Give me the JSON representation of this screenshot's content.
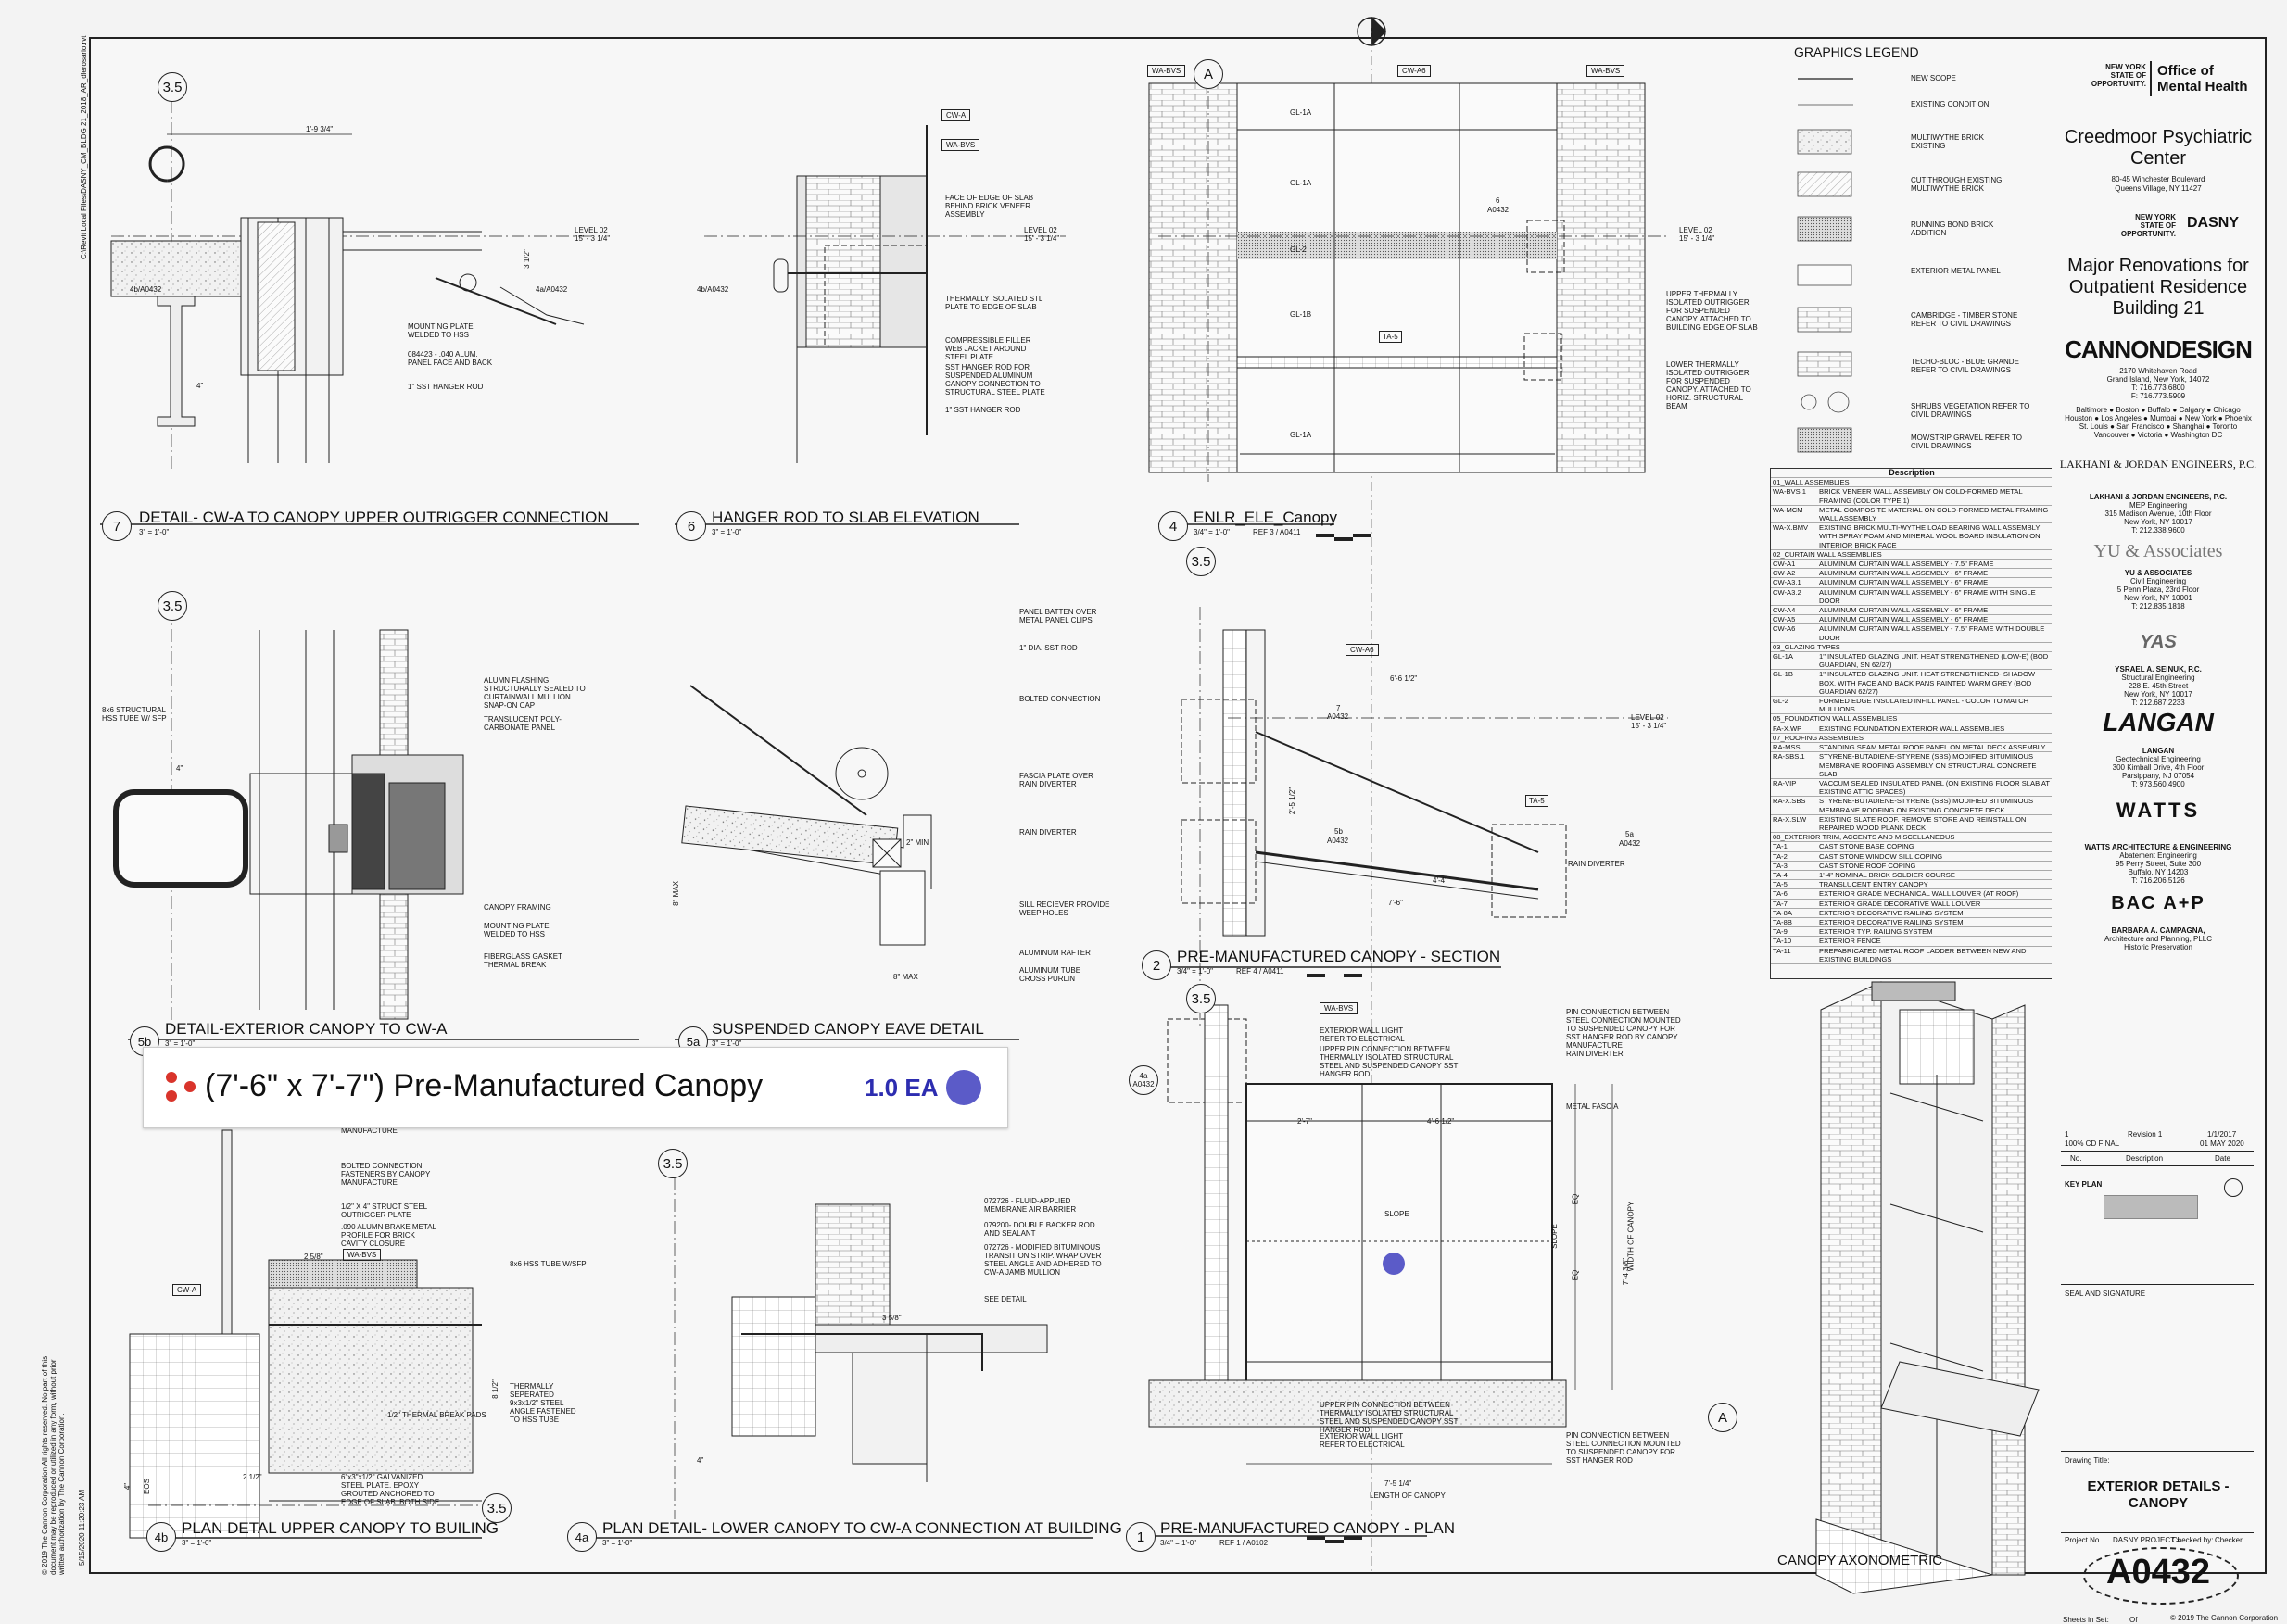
{
  "sheet": {
    "sheet_number": "A0432",
    "drawing_title": "EXTERIOR DETAILS - CANOPY",
    "sheets_in_set": "Sheets in Set:",
    "of": "Of"
  },
  "side_notes": {
    "file_path": "C:\\Revit Local Files\\DASNY_CM_BLDG 21_2018_AR_dlerosario.rvt",
    "copyright": "© 2019 The Cannon Corporation\nAll rights reserved. No part of this document may be reproduced or utilized in any form, without prior written authorization by The Cannon Corporation.",
    "timestamp": "5/15/2020 11:20:23 AM"
  },
  "details": [
    {
      "num": "7",
      "title": "DETAIL- CW-A TO CANOPY UPPER OUTRIGGER CONNECTION",
      "scale": "3\" = 1'-0\""
    },
    {
      "num": "6",
      "title": "HANGER ROD TO SLAB ELEVATION",
      "scale": "3\" = 1'-0\""
    },
    {
      "num": "4",
      "title": "ENLR_ELE_Canopy",
      "scale": "3/4\" = 1'-0\"",
      "ref": "REF 3 / A0411"
    },
    {
      "num": "5b",
      "title": "DETAIL-EXTERIOR CANOPY TO CW-A",
      "scale": "3\" = 1'-0\""
    },
    {
      "num": "5a",
      "title": "SUSPENDED CANOPY EAVE DETAIL",
      "scale": "3\" = 1'-0\""
    },
    {
      "num": "2",
      "title": "PRE-MANUFACTURED CANOPY - SECTION",
      "scale": "3/4\" = 1'-0\"",
      "ref": "REF 4 / A0411"
    },
    {
      "num": "4b",
      "title": "PLAN DETAL UPPER CANOPY TO BUILING",
      "scale": "3\" = 1'-0\""
    },
    {
      "num": "4a",
      "title": "PLAN DETAIL- LOWER CANOPY TO CW-A CONNECTION AT BUILDING",
      "scale": "3\" = 1'-0\""
    },
    {
      "num": "1",
      "title": "PRE-MANUFACTURED CANOPY - PLAN",
      "scale": "3/4\" = 1'-0\"",
      "ref": "REF 1 / A0102"
    }
  ],
  "axonometric_title": "CANOPY AXONOMETRIC",
  "banner": {
    "text": "(7'-6\" x 7'-7\") Pre-Manufactured Canopy",
    "qty": "1.0 EA",
    "dot_color": "#5b5bc8",
    "marker_color": "#d9342b"
  },
  "annotations": {
    "d7": [
      "MOUNTING PLATE WELDED TO HSS",
      "084423 - .040 ALUM. PANEL FACE AND BACK",
      "1\" SST HANGER ROD",
      "1'-9 3/4\"",
      "LEVEL 02",
      "15' - 3 1/4\"",
      "3 1/2\"",
      "4\"",
      "4b/A0432",
      "4a/A0432"
    ],
    "d6": [
      "CW-A",
      "WA-BVS",
      "FACE OF EDGE OF SLAB BEHIND BRICK VENEER ASSEMBLY",
      "THERMALLY ISOLATED STL PLATE TO EDGE OF SLAB",
      "COMPRESSIBLE FILLER WEB JACKET AROUND STEEL PLATE",
      "SST HANGER ROD FOR SUSPENDED ALUMINUM CANOPY CONNECTION TO STRUCTURAL STEEL PLATE",
      "1\" SST HANGER ROD",
      "4b/A0432",
      "LEVEL 02",
      "15' - 3 1/4\""
    ],
    "d4": [
      "WA-BVS",
      "CW-A6",
      "WA-BVS",
      "GL-1A",
      "GL-1A",
      "GL-2",
      "GL-1B",
      "TA-5",
      "GL-1A",
      "UPPER THERMALLY ISOLATED OUTRIGGER FOR SUSPENDED CANOPY. ATTACHED TO BUILDING EDGE OF SLAB",
      "LOWER THERMALLY ISOLATED OUTRIGGER FOR SUSPENDED CANOPY. ATTACHED TO HORIZ. STRUCTURAL BEAM",
      "LEVEL 02",
      "15' - 3 1/4\"",
      "6",
      "A0432"
    ],
    "d5b": [
      "8x6 STRUCTURAL HSS TUBE W/ SFP",
      "ALUMN FLASHING STRUCTURALLY SEALED TO CURTAINWALL MULLION SNAP-ON CAP",
      "TRANSLUCENT POLY-CARBONATE PANEL",
      "CANOPY FRAMING",
      "MOUNTING PLATE WELDED TO HSS",
      "FIBERGLASS GASKET THERMAL BREAK",
      "4\""
    ],
    "d5a": [
      "PANEL BATTEN OVER METAL PANEL CLIPS",
      "1\" DIA. SST ROD",
      "BOLTED CONNECTION",
      "FASCIA PLATE OVER RAIN DIVERTER",
      "RAIN DIVERTER",
      "SILL RECIEVER PROVIDE WEEP HOLES",
      "ALUMINUM RAFTER",
      "ALUMINUM TUBE CROSS PURLIN",
      "2\" MIN",
      "8\" MAX",
      "8\" MAX"
    ],
    "d2": [
      "CW-A6",
      "6'-6 1/2\"",
      "7",
      "A0432",
      "5b",
      "A0432",
      "5a",
      "A0432",
      "TA-5",
      "RAIN DIVERTER",
      "LEVEL 02",
      "15' - 3 1/4\"",
      "4'-4\"",
      "7'-6\"",
      "2'-5 1/2\""
    ],
    "d1": [
      "WA-BVS",
      "EXTERIOR WALL LIGHT REFER TO ELECTRICAL",
      "UPPER PIN CONNECTION BETWEEN THERMALLY ISOLATED STRUCTURAL STEEL AND SUSPENDED CANOPY SST HANGER ROD",
      "PIN CONNECTION BETWEEN STEEL CONNECTION MOUNTED TO SUSPENDED CANOPY FOR SST HANGER ROD BY CANOPY MANUFACTURE",
      "RAIN DIVERTER",
      "METAL FASCIA",
      "2'-7\"",
      "4'-6 1/2\"",
      "SLOPE",
      "EQ",
      "EQ",
      "SLOPE",
      "WIDTH OF CANOPY",
      "7'-4 3/8\"",
      "UPPER PIN CONNECTION BETWEEN THERMALLY ISOLATED STRUCTURAL STEEL AND SUSPENDED CANOPY SST HANGER ROD",
      "EXTERIOR WALL LIGHT REFER TO ELECTRICAL",
      "PIN CONNECTION BETWEEN STEEL CONNECTION MOUNTED TO SUSPENDED CANOPY FOR SST HANGER ROD",
      "7'-5 1/4\"",
      "LENGTH OF CANOPY",
      "4a",
      "A0432",
      "A"
    ],
    "d4b": [
      "MANUFACTURE",
      "BOLTED CONNECTION FASTENERS BY CANOPY MANUFACTURE",
      "1/2\" X 4\" STRUCT STEEL OUTRIGGER PLATE",
      ".090 ALUMN BRAKE METAL PROFILE FOR BRICK CAVITY CLOSURE",
      "WA-BVS",
      "CW-A",
      "2 5/8\"",
      "8x6 HSS TUBE W/SFP",
      "THERMALLY SEPERATED 9x3x1/2\" STEEL ANGLE FASTENED TO HSS TUBE",
      "1/2\" THERMAL BREAK PADS",
      "6\"x3\"x1/2\" GALVANIZED STEEL PLATE. EPOXY GROUTED ANCHORED TO EDGE OF SLAB. BOTH SIDE",
      "2 1/2\"",
      "EOS",
      "8 1/2\"",
      "4\""
    ],
    "d4a": [
      "072726 - FLUID-APPLIED MEMBRANE AIR BARRIER",
      "079200- DOUBLE BACKER ROD AND SEALANT",
      "072726 - MODIFIED BITUMINOUS TRANSITION STRIP. WRAP OVER STEEL ANGLE AND ADHERED TO CW-A JAMB MULLION",
      "SEE DETAIL",
      "3 5/8\"",
      "4\""
    ]
  },
  "grid_bubbles": [
    "3.5",
    "3.5",
    "3.5",
    "3.5",
    "3.5",
    "A",
    "A"
  ],
  "legend": {
    "title": "GRAPHICS LEGEND",
    "items": [
      {
        "label": "NEW SCOPE",
        "pattern": "line"
      },
      {
        "label": "EXISTING CONDITION",
        "pattern": "thinline"
      },
      {
        "label": "MULTIWYTHE BRICK EXISTING",
        "pattern": "dots"
      },
      {
        "label": "CUT THROUGH EXISTING MULTIWYTHE BRICK",
        "pattern": "hatch"
      },
      {
        "label": "RUNNING BOND BRICK ADDITION",
        "pattern": "dense"
      },
      {
        "label": "EXTERIOR METAL PANEL",
        "pattern": "panel"
      },
      {
        "label": "CAMBRIDGE - TIMBER STONE REFER TO CIVIL DRAWINGS",
        "pattern": "brick"
      },
      {
        "label": "TECHO-BLOC - BLUE GRANDE REFER TO CIVIL DRAWINGS",
        "pattern": "brick2"
      },
      {
        "label": "SHRUBS VEGETATION REFER TO CIVIL DRAWINGS",
        "pattern": "shrub"
      },
      {
        "label": "MOWSTRIP GRAVEL REFER TO CIVIL DRAWINGS",
        "pattern": "gravel"
      }
    ]
  },
  "description": {
    "header": "Description",
    "rows": [
      {
        "c": "01_WALL ASSEMBLIES",
        "d": ""
      },
      {
        "c": "WA-BVS.1",
        "d": "BRICK VENEER WALL ASSEMBLY ON COLD-FORMED METAL FRAMING (COLOR TYPE 1)"
      },
      {
        "c": "WA-MCM",
        "d": "METAL COMPOSITE MATERIAL ON COLD-FORMED METAL FRAMING WALL ASSEMBLY"
      },
      {
        "c": "WA-X.BMV",
        "d": "EXISTING BRICK MULTI-WYTHE LOAD BEARING WALL ASSEMBLY WITH SPRAY FOAM AND MINERAL WOOL BOARD INSULATION ON INTERIOR BRICK FACE"
      },
      {
        "c": "02_CURTAIN WALL ASSEMBLIES",
        "d": ""
      },
      {
        "c": "CW-A1",
        "d": "ALUMINUM CURTAIN WALL ASSEMBLY - 7.5\" FRAME"
      },
      {
        "c": "CW-A2",
        "d": "ALUMINUM CURTAIN WALL ASSEMBLY - 6\" FRAME"
      },
      {
        "c": "CW-A3.1",
        "d": "ALUMINUM CURTAIN WALL ASSEMBLY - 6\" FRAME"
      },
      {
        "c": "CW-A3.2",
        "d": "ALUMINUM CURTAIN WALL ASSEMBLY - 6\" FRAME WITH SINGLE DOOR"
      },
      {
        "c": "CW-A4",
        "d": "ALUMINUM CURTAIN WALL ASSEMBLY - 6\" FRAME"
      },
      {
        "c": "CW-A5",
        "d": "ALUMINUM CURTAIN WALL ASSEMBLY - 6\" FRAME"
      },
      {
        "c": "CW-A6",
        "d": "ALUMINUM CURTAIN WALL ASSEMBLY - 7.5\" FRAME WITH DOUBLE DOOR"
      },
      {
        "c": "03_GLAZING TYPES",
        "d": ""
      },
      {
        "c": "GL-1A",
        "d": "1\" INSULATED GLAZING UNIT. HEAT STRENGTHENED (LOW-E) (BOD GUARDIAN, SN 62/27)"
      },
      {
        "c": "GL-1B",
        "d": "1\" INSULATED GLAZING UNIT. HEAT STRENGTHENED- SHADOW BOX. WITH FACE AND BACK PANS PAINTED WARM GREY (BOD GUARDIAN 62/27)"
      },
      {
        "c": "GL-2",
        "d": "FORMED EDGE INSULATED INFILL PANEL - COLOR TO MATCH MULLIONS"
      },
      {
        "c": "05_FOUNDATION WALL ASSEMBLIES",
        "d": ""
      },
      {
        "c": "FA-X.WP",
        "d": "EXISTING FOUNDATION EXTERIOR WALL ASSEMBLIES"
      },
      {
        "c": "07_ROOFING ASSEMBLIES",
        "d": ""
      },
      {
        "c": "RA-MSS",
        "d": "STANDING SEAM METAL ROOF PANEL ON METAL DECK ASSEMBLY"
      },
      {
        "c": "RA-SBS.1",
        "d": "STYRENE-BUTADIENE-STYRENE (SBS) MODIFIED BITUMINOUS MEMBRANE ROOFING ASSEMBLY ON STRUCTURAL CONCRETE SLAB"
      },
      {
        "c": "RA-VIP",
        "d": "VACCUM SEALED INSULATED PANEL (ON EXISTING FLOOR SLAB AT EXISTING ATTIC SPACES)"
      },
      {
        "c": "RA-X.SBS",
        "d": "STYRENE-BUTADIENE-STYRENE (SBS) MODIFIED BITUMINOUS MEMBRANE ROOFING ON EXISTING CONCRETE DECK"
      },
      {
        "c": "RA-X.SLW",
        "d": "EXISTING SLATE ROOF. REMOVE STORE AND REINSTALL ON REPAIRED WOOD PLANK DECK"
      },
      {
        "c": "08_EXTERIOR TRIM, ACCENTS AND MISCELLANEOUS",
        "d": ""
      },
      {
        "c": "TA-1",
        "d": "CAST STONE BASE COPING"
      },
      {
        "c": "TA-2",
        "d": "CAST STONE WINDOW SILL COPING"
      },
      {
        "c": "TA-3",
        "d": "CAST STONE ROOF COPING"
      },
      {
        "c": "TA-4",
        "d": "1'-4\" NOMINAL BRICK SOLDIER COURSE"
      },
      {
        "c": "TA-5",
        "d": "TRANSLUCENT ENTRY CANOPY"
      },
      {
        "c": "TA-6",
        "d": "EXTERIOR GRADE MECHANICAL WALL LOUVER (AT ROOF)"
      },
      {
        "c": "TA-7",
        "d": "EXTERIOR GRADE DECORATIVE WALL LOUVER"
      },
      {
        "c": "TA-8A",
        "d": "EXTERIOR DECORATIVE RAILING SYSTEM"
      },
      {
        "c": "TA-8B",
        "d": "EXTERIOR DECORATIVE RAILING SYSTEM"
      },
      {
        "c": "TA-9",
        "d": "EXTERIOR TYP. RAILING SYSTEM"
      },
      {
        "c": "TA-10",
        "d": "EXTERIOR FENCE"
      },
      {
        "c": "TA-11",
        "d": "PREFABRICATED METAL ROOF LADDER BETWEEN NEW AND EXISTING BUILDINGS"
      }
    ]
  },
  "titleblock": {
    "ny_state": "NEW YORK STATE OF OPPORTUNITY.",
    "omh": "Office of Mental Health",
    "project_name": "Creedmoor Psychiatric Center",
    "address1": "80-45 Winchester Boulevard",
    "address2": "Queens Village, NY 11427",
    "dasny": "DASNY",
    "project_desc": "Major Renovations for Outpatient Residence Building 21",
    "architect": "CANNONDESIGN",
    "arch_addr": "2170 Whitehaven Road\nGrand Island, New York, 14072\nT: 716.773.6800\nF: 716.773.5909",
    "arch_cities": "Baltimore ● Boston ● Buffalo ● Calgary ● Chicago\nHouston ● Los Angeles ● Mumbai ● New York ● Phoenix\nSt. Louis ● San Francisco ● Shanghai ● Toronto\nVancouver ● Victoria ● Washington DC",
    "consultants": [
      {
        "logo": "LAKHANI & JORDAN ENGINEERS, P.C.",
        "name": "LAKHANI & JORDAN ENGINEERS, P.C.",
        "role": "MEP Engineering",
        "addr": "315 Madison Avenue, 10th Floor\nNew York, NY 10017\nT: 212.338.9600"
      },
      {
        "logo": "YU & Associates",
        "name": "YU & ASSOCIATES",
        "role": "Civil Engineering",
        "addr": "5 Penn Plaza, 23rd Floor\nNew York, NY 10001\nT: 212.835.1818"
      },
      {
        "logo": "YAS",
        "name": "YSRAEL A. SEINUK, P.C.",
        "role": "Structural Engineering",
        "addr": "228 E. 45th Street\nNew York, NY 10017\nT: 212.687.2233"
      },
      {
        "logo": "LANGAN",
        "name": "LANGAN",
        "role": "Geotechnical Engineering",
        "addr": "300 Kimball Drive, 4th Floor\nParsippany, NJ 07054\nT: 973.560.4900"
      },
      {
        "logo": "WATTS",
        "name": "WATTS ARCHITECTURE & ENGINEERING",
        "role": "Abatement Engineering",
        "addr": "95 Perry Street, Suite 300\nBuffalo, NY 14203\nT: 716.206.5126"
      },
      {
        "logo": "BAC A+P",
        "name": "BARBARA A. CAMPAGNA,",
        "role": "Architecture and Planning, PLLC\nHistoric Preservation",
        "addr": ""
      }
    ],
    "revision": {
      "num": "1",
      "label": "100% CD FINAL",
      "rev_desc": "Revision 1",
      "date1": "1/1/2017",
      "date2": "01 MAY 2020",
      "col_no": "No.",
      "col_desc": "Description",
      "col_date": "Date"
    },
    "key_plan": "KEY PLAN",
    "seal": "SEAL AND SIGNATURE",
    "drawing_title_label": "Drawing Title:",
    "project_no_label": "Project No.",
    "project_no": "DASNY PROJECT #",
    "checked_by": "Checked by:",
    "checker": "Checker",
    "copyright": "© 2019 The Cannon Corporation"
  }
}
